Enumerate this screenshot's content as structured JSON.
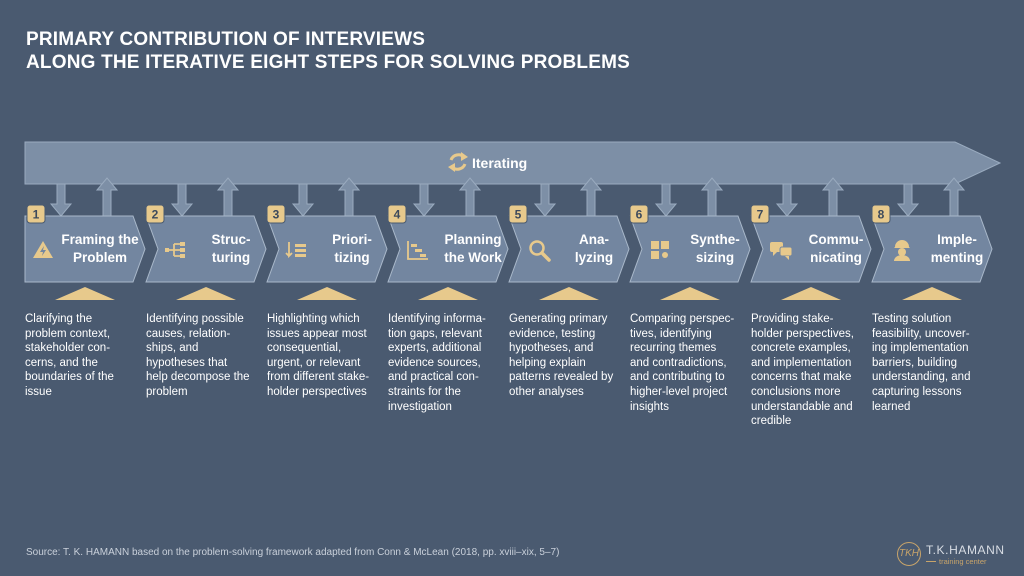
{
  "title": {
    "line1": "PRIMARY CONTRIBUTION OF INTERVIEWS",
    "line2": "ALONG THE ITERATIVE EIGHT STEPS FOR SOLVING PROBLEMS"
  },
  "cycle": {
    "label": "Iterating",
    "icon": "cycle-arrows-icon"
  },
  "steps": [
    {
      "number": "1",
      "line1": "Framing the",
      "line2": "Problem",
      "icon": "warning-bolt-icon",
      "description": [
        "Clarifying the",
        "problem context,",
        "stakeholder con-",
        "cerns, and the",
        "boundaries of the",
        "issue"
      ]
    },
    {
      "number": "2",
      "line1": "Struc-",
      "line2": "turing",
      "icon": "tree-structure-icon",
      "description": [
        "Identifying possible",
        "causes, relation-",
        "ships, and",
        "hypotheses that",
        "help decompose the",
        "problem"
      ]
    },
    {
      "number": "3",
      "line1": "Priori-",
      "line2": "tizing",
      "icon": "priority-list-icon",
      "description": [
        "Highlighting which",
        "issues appear most",
        "consequential,",
        "urgent, or relevant",
        "from different stake-",
        "holder perspectives"
      ]
    },
    {
      "number": "4",
      "line1": "Planning",
      "line2": "the Work",
      "icon": "gantt-chart-icon",
      "description": [
        "Identifying informa-",
        "tion gaps, relevant",
        "experts, additional",
        "evidence sources,",
        "and practical con-",
        "straints for the",
        "investigation"
      ]
    },
    {
      "number": "5",
      "line1": "Ana-",
      "line2": "lyzing",
      "icon": "magnifier-icon",
      "description": [
        "Generating primary",
        "evidence, testing",
        "hypotheses, and",
        "helping explain",
        "patterns revealed by",
        "other analyses"
      ]
    },
    {
      "number": "6",
      "line1": "Synthe-",
      "line2": "sizing",
      "icon": "puzzle-icon",
      "description": [
        "Comparing perspec-",
        "tives, identifying",
        "recurring themes",
        "and contradictions,",
        "and contributing to",
        "higher-level project",
        "insights"
      ]
    },
    {
      "number": "7",
      "line1": "Commu-",
      "line2": "nicating",
      "icon": "chat-bubbles-icon",
      "description": [
        "Providing stake-",
        "holder perspectives,",
        "concrete examples,",
        "and implementation",
        "concerns that make",
        "conclusions more",
        "understandable and",
        "credible"
      ]
    },
    {
      "number": "8",
      "line1": "Imple-",
      "line2": "menting",
      "icon": "worker-icon",
      "description": [
        "Testing solution",
        "feasibility, uncover-",
        "ing implementation",
        "barriers, building",
        "understanding, and",
        "capturing lessons",
        "learned"
      ]
    }
  ],
  "source": "Source: T. K. HAMANN based on the problem-solving framework adapted from Conn & McLean (2018, pp. xviii–xix, 5–7)",
  "logo": {
    "monogram": "TKH",
    "name": "T.K.HAMANN",
    "tagline": "training center"
  },
  "colors": {
    "background": "#4a5a70",
    "band": "#7d8fa6",
    "chevron": "#7386a0",
    "accent": "#c8a46a",
    "badge": "#e7c98c"
  }
}
